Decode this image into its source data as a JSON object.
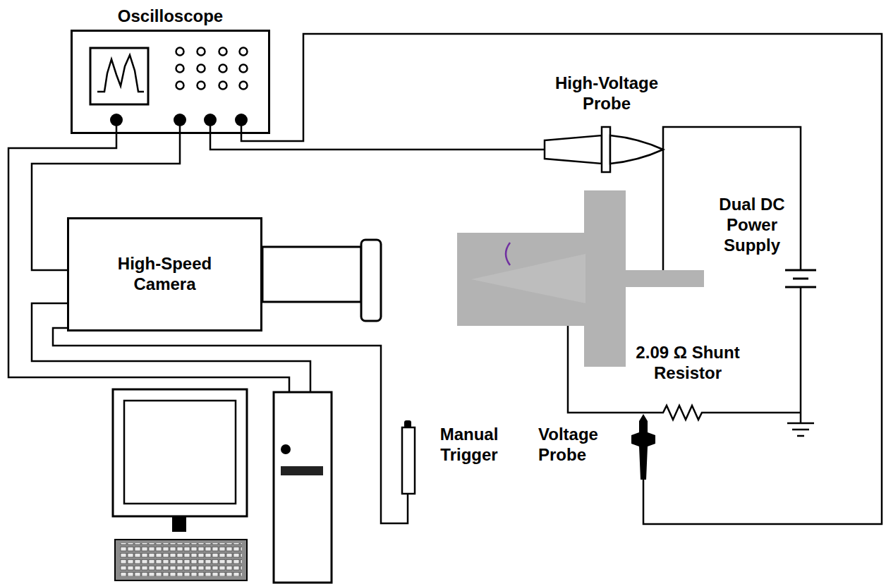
{
  "diagram": {
    "nodes": [
      {
        "text": [
          "Oscilloscope"
        ]
      },
      {
        "text": [
          "High-Speed Camera"
        ]
      }
    ],
    "edges": [
      {
        "from": 0,
        "to": 1,
        "arrow": "none"
      }
    ],
    "labels": [
      "High-Voltage Probe",
      "Dual DC Power Supply",
      "2.09 Ω Shunt Resistor",
      "Manual Trigger",
      "Voltage Probe"
    ]
  }
}
